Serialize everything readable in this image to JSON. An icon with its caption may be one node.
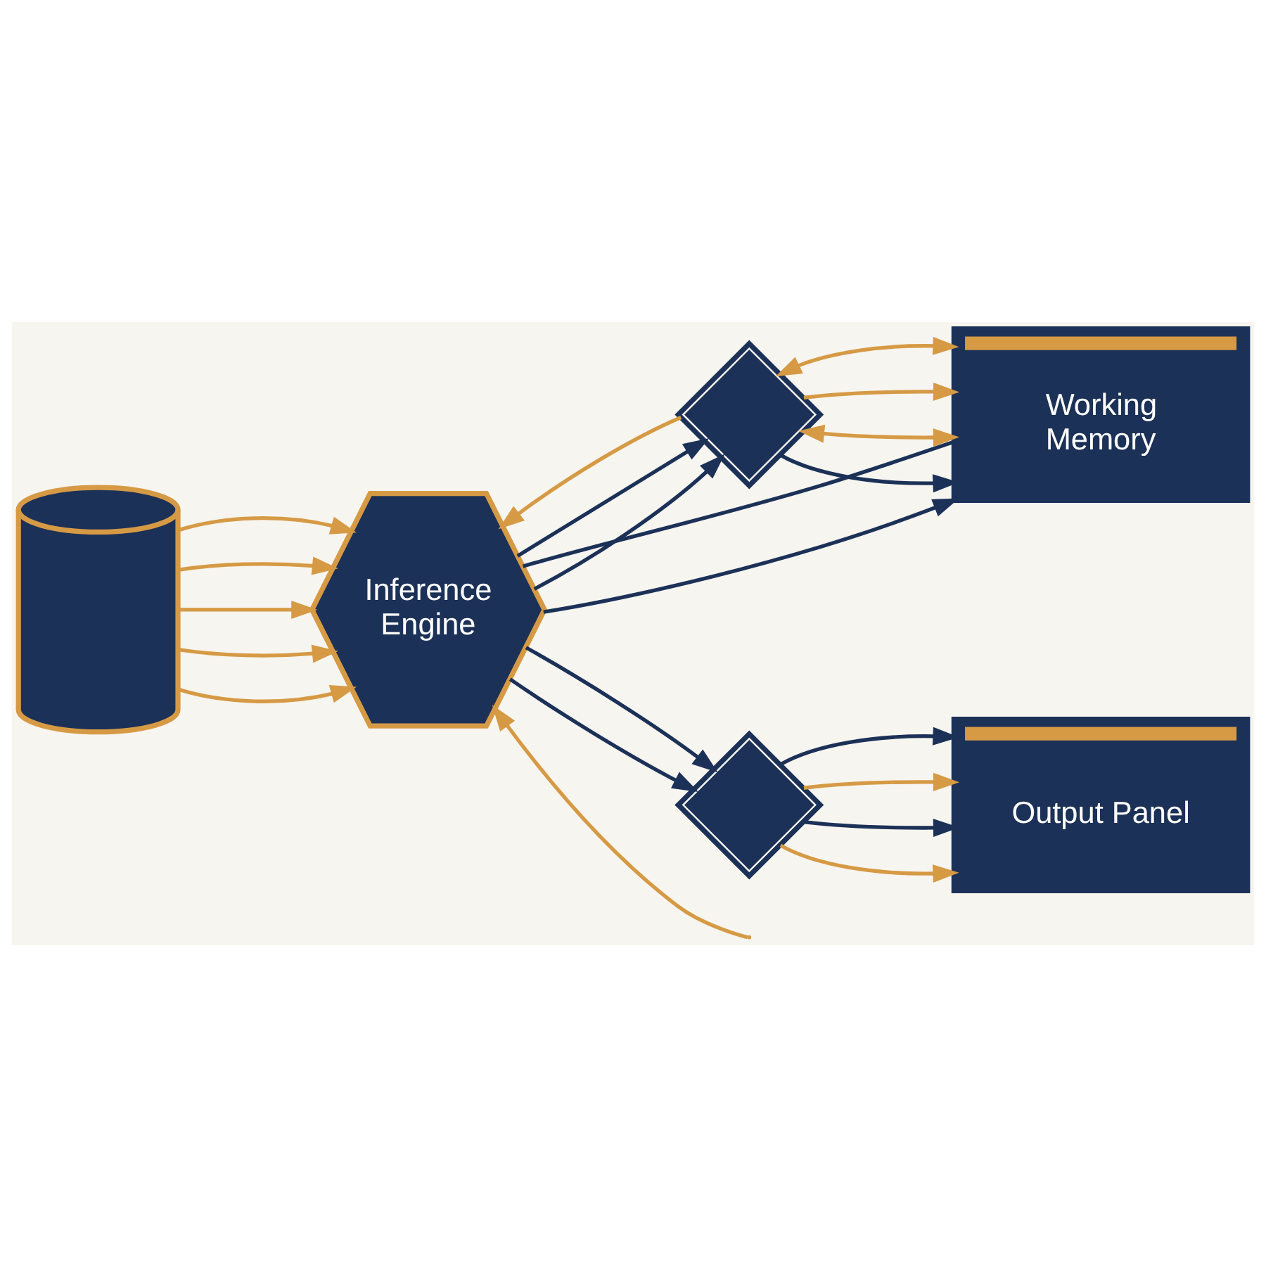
{
  "diagram": {
    "nodes": [
      {
        "text": [],
        "shape": "cylinder"
      },
      {
        "text": [
          "Inference Engine"
        ]
      },
      {
        "text": [],
        "shape": "diamond"
      },
      {
        "text": [
          "Working Memory"
        ]
      },
      {
        "text": [],
        "shape": "diamond"
      },
      {
        "text": [
          "Output Panel"
        ]
      }
    ],
    "edges": [
      {
        "from": 0,
        "to": 1,
        "arrow": "to"
      },
      {
        "from": 0,
        "to": 1,
        "arrow": "to"
      },
      {
        "from": 0,
        "to": 1,
        "arrow": "to"
      },
      {
        "from": 0,
        "to": 1,
        "arrow": "to"
      },
      {
        "from": 0,
        "to": 1,
        "arrow": "to"
      },
      {
        "from": 1,
        "to": 3,
        "arrow": "to",
        "color": "#1c3157"
      },
      {
        "from": 1,
        "to": 2,
        "arrow": "to",
        "color": "#1c3157"
      },
      {
        "from": 1,
        "to": 2,
        "arrow": "to",
        "color": "#1c3157"
      },
      {
        "from": 2,
        "to": 3,
        "arrow": "to",
        "color": "#1c3157"
      },
      {
        "from": 2,
        "to": 3,
        "arrow": "both"
      },
      {
        "from": 2,
        "to": 3,
        "arrow": "to"
      },
      {
        "from": 2,
        "to": 3,
        "arrow": "both"
      },
      {
        "from": 2,
        "to": 1,
        "arrow": "to"
      },
      {
        "from": 3,
        "to": 1,
        "arrow": "none",
        "color": "#1c3157"
      },
      {
        "from": null,
        "to": 1,
        "arrow": "to"
      },
      {
        "from": 1,
        "to": 4,
        "arrow": "to",
        "color": "#1c3157"
      },
      {
        "from": 1,
        "to": 4,
        "arrow": "to",
        "color": "#1c3157"
      },
      {
        "from": 4,
        "to": 5,
        "arrow": "to"
      },
      {
        "from": 4,
        "to": 5,
        "arrow": "to",
        "color": "#1c3157"
      },
      {
        "from": 4,
        "to": 5,
        "arrow": "to"
      },
      {
        "from": 4,
        "to": 5,
        "arrow": "to",
        "color": "#1c3157"
      }
    ]
  }
}
